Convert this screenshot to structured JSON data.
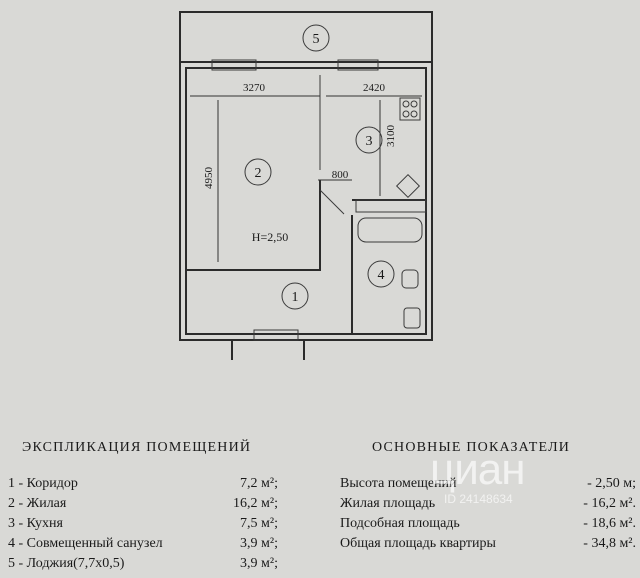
{
  "plan": {
    "room_numbers": [
      "1",
      "2",
      "3",
      "4",
      "5"
    ],
    "dims": {
      "room2_width": "3270",
      "room3_width": "2420",
      "room2_height": "4950",
      "room3_height": "3100",
      "door_width": "800"
    },
    "ceiling_label": "H=2,50"
  },
  "explication": {
    "title": "ЭКСПЛИКАЦИЯ    ПОМЕЩЕНИЙ",
    "rooms": [
      {
        "label": "1 - Коридор",
        "area": "7,2 м²;"
      },
      {
        "label": "2 - Жилая",
        "area": "16,2 м²;"
      },
      {
        "label": "3 - Кухня",
        "area": "7,5 м²;"
      },
      {
        "label": "4 - Совмещенный санузел",
        "area": "3,9 м²;"
      },
      {
        "label": "5 - Лоджия(7,7х0,5)",
        "area": "3,9 м²;"
      }
    ]
  },
  "indicators": {
    "title": "ОСНОВНЫЕ ПОКАЗАТЕЛИ",
    "rows": [
      {
        "label": "Высота помещений",
        "value": "- 2,50 м;"
      },
      {
        "label": "Жилая площадь",
        "value": "- 16,2 м²."
      },
      {
        "label": "Подсобная площадь",
        "value": "- 18,6 м²."
      },
      {
        "label": "Общая площадь квартиры",
        "value": "- 34,8 м²."
      }
    ]
  },
  "watermark": {
    "brand": "циан",
    "id": "ID 24148634"
  }
}
